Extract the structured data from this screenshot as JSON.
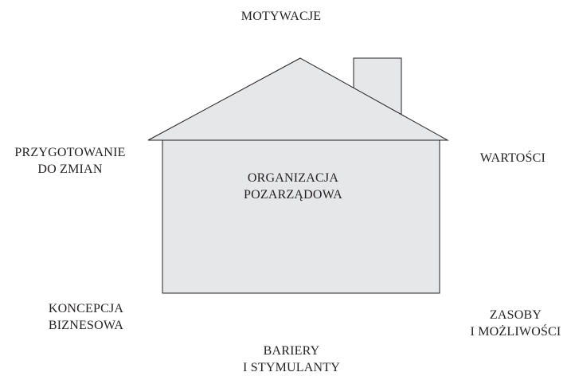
{
  "diagram": {
    "center": {
      "line1": "ORGANIZACJA",
      "line2": "POZARZĄDOWA"
    },
    "labels": {
      "top": "MOTYWACJE",
      "left_line1": "PRZYGOTOWANIE",
      "left_line2": "DO ZMIAN",
      "right": "WARTOŚCI",
      "bottom_left_line1": "KONCEPCJA",
      "bottom_left_line2": "BIZNESOWA",
      "bottom_right_line1": "ZASOBY",
      "bottom_right_line2": "I MOŻLIWOŚCI",
      "bottom_line1": "BARIERY",
      "bottom_line2": "I STYMULANTY"
    },
    "colors": {
      "house_fill": "#e6e7e8",
      "stroke": "#231f20",
      "text": "#231f20"
    }
  }
}
